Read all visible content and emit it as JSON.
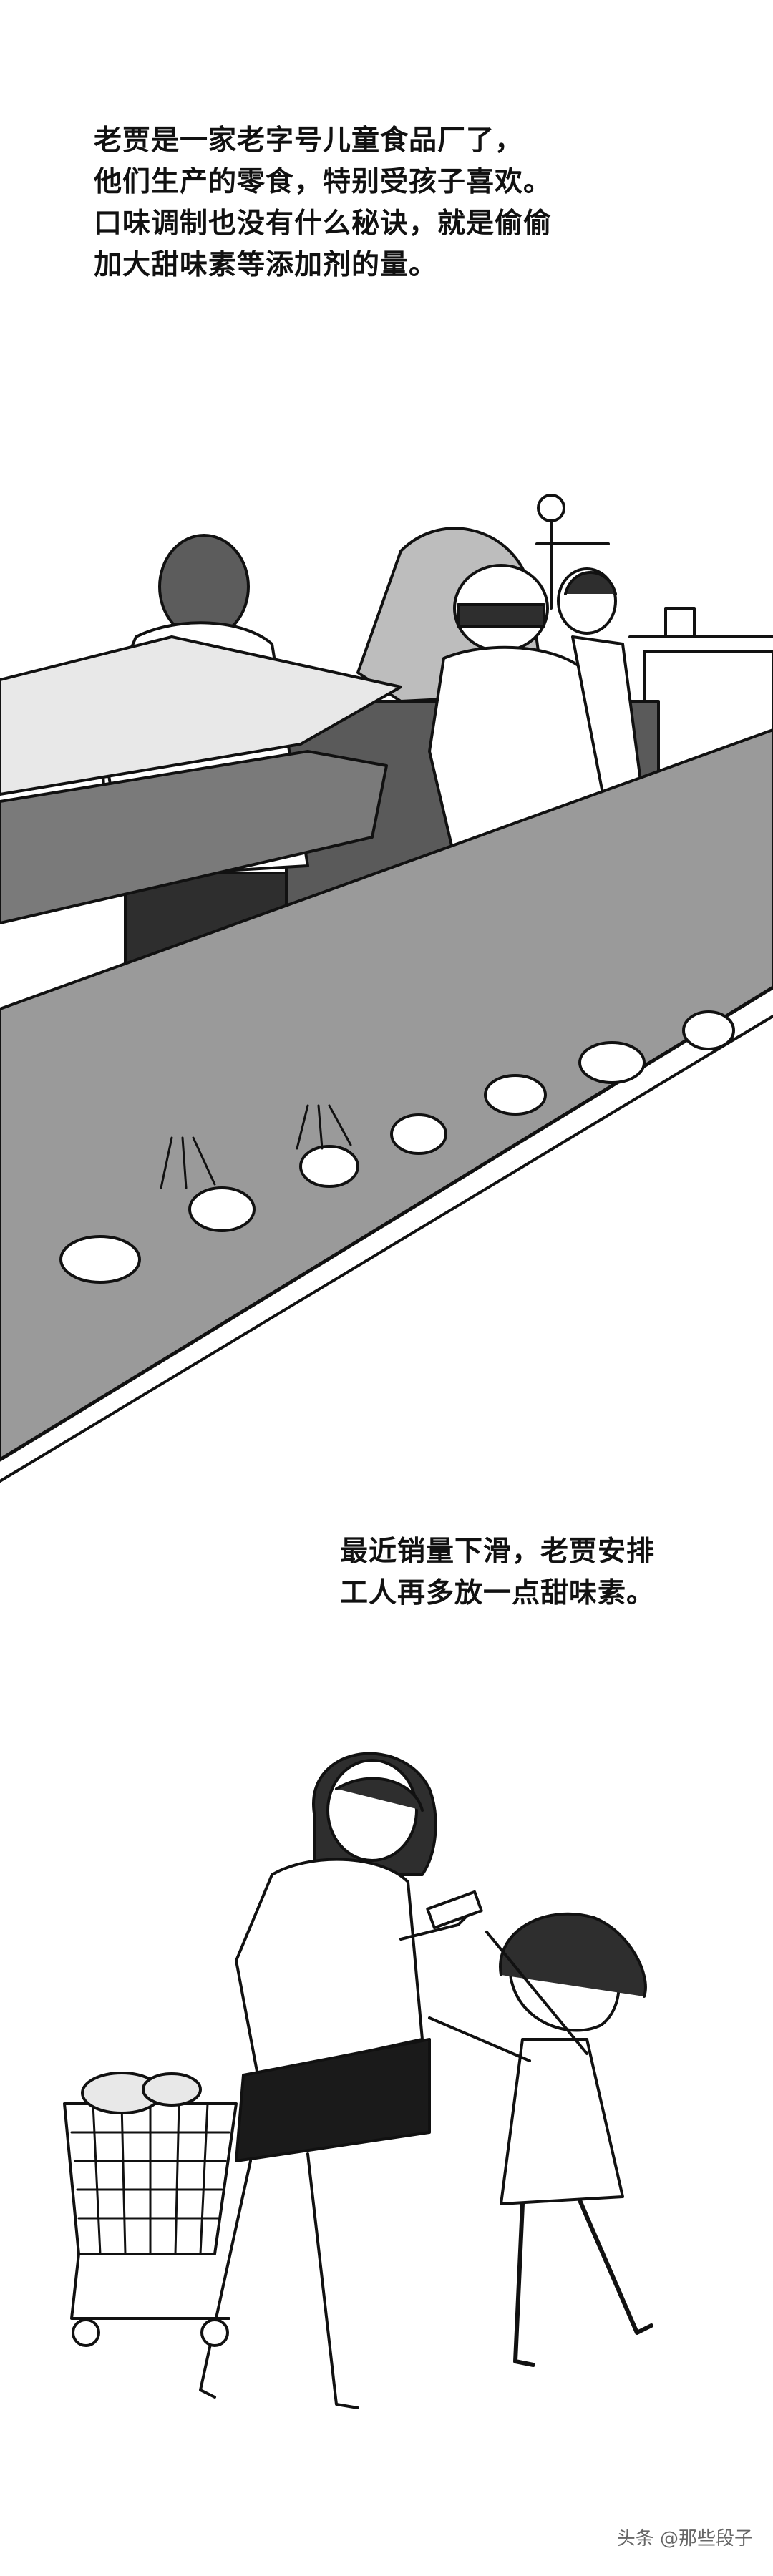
{
  "panel1": {
    "caption_lines": [
      "老贾是一家老字号儿童食品厂了，",
      "他们生产的零食，特别受孩子喜欢。",
      "口味调制也没有什么秘诀，就是偷偷",
      "加大甜味素等添加剂的量。"
    ]
  },
  "panel2": {
    "caption_lines": [
      "最近销量下滑，老贾安排",
      "工人再多放一点甜味素。"
    ]
  },
  "watermark": "头条 @那些段子"
}
